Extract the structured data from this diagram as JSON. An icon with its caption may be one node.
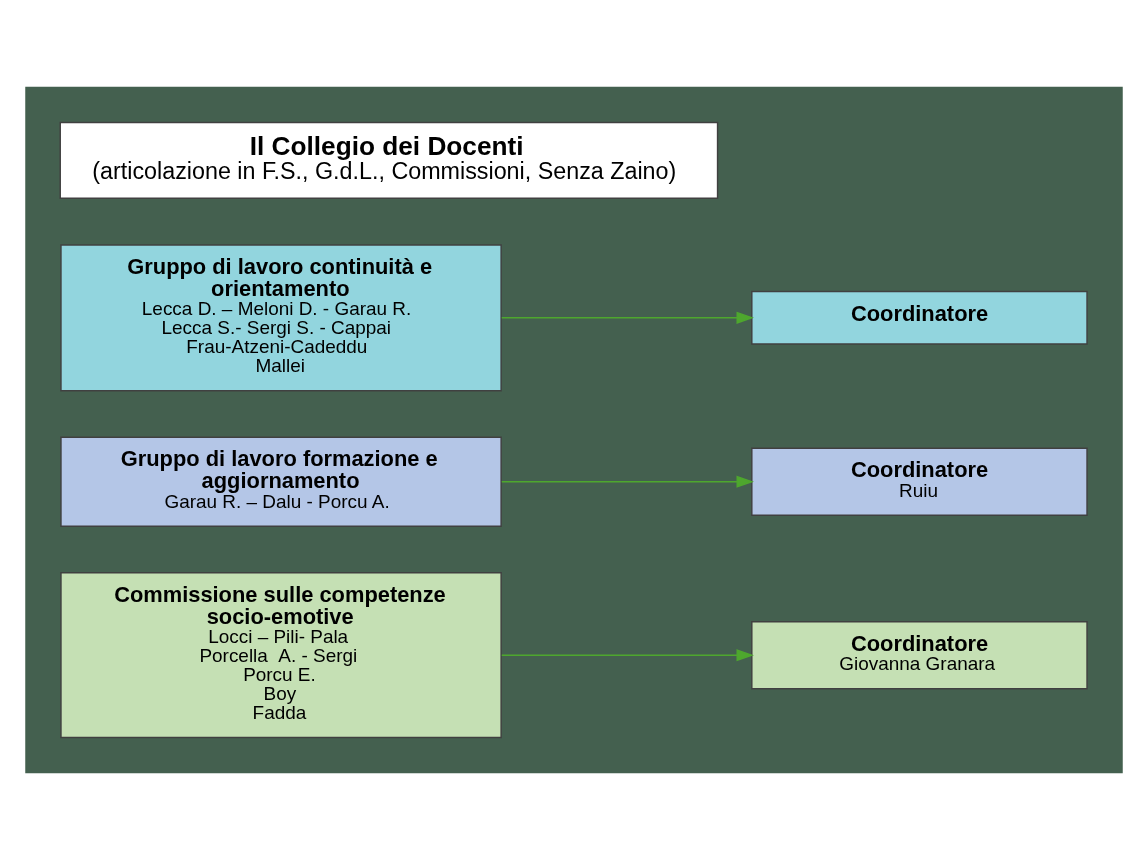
{
  "diagram": {
    "nodes": [
      {
        "text": [],
        "shape": "box"
      },
      {
        "text": [
          "Il Collegio dei Docenti",
          "(articolazione in F.S., G.d.L., Commissioni, Senza Zaino)"
        ],
        "in": 0
      },
      {
        "text": [
          "Gruppo di lavoro continuità e orientamento",
          "Lecca D. – Meloni D. - Garau R.",
          "Lecca S.- Sergi S. - Cappai",
          "Frau-Atzeni-Cadeddu",
          "Mallei"
        ],
        "in": 0
      },
      {
        "text": [
          "Coordinatore"
        ],
        "in": 0
      },
      {
        "text": [
          "Gruppo di lavoro formazione e aggiornamento",
          "Garau R. – Dalu - Porcu A."
        ],
        "in": 0
      },
      {
        "text": [
          "Coordinatore",
          "Ruiu"
        ],
        "in": 0
      },
      {
        "text": [
          "Commissione sulle competenze socio-emotive",
          "Locci – Pili- Pala",
          "Porcella  A. - Sergi",
          "Porcu E.",
          "Boy",
          "Fadda"
        ],
        "in": 0
      },
      {
        "text": [
          "Coordinatore",
          "Giovanna Granara"
        ],
        "in": 0
      }
    ],
    "edges": [
      {
        "from": 2,
        "to": 3,
        "arrow": "to"
      },
      {
        "from": 4,
        "to": 5,
        "arrow": "to"
      },
      {
        "from": 6,
        "to": 7,
        "arrow": "to"
      }
    ]
  }
}
